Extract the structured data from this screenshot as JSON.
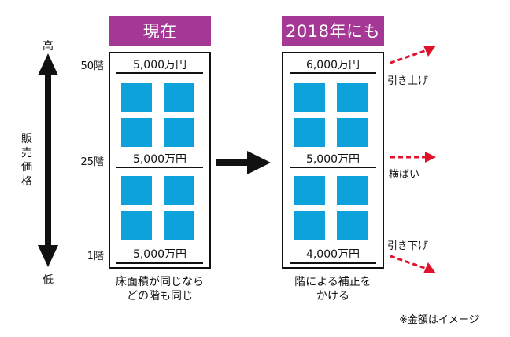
{
  "headers": {
    "current": "現在",
    "future": "2018年にも"
  },
  "axis": {
    "high": "高",
    "low": "低",
    "label": [
      "販",
      "売",
      "価",
      "格"
    ]
  },
  "floors": {
    "top": "50階",
    "mid": "25階",
    "bottom": "1階"
  },
  "current_prices": {
    "top": "5,000万円",
    "mid": "5,000万円",
    "bottom": "5,000万円"
  },
  "future_prices": {
    "top": "6,000万円",
    "mid": "5,000万円",
    "bottom": "4,000万円"
  },
  "changes": {
    "up": "引き上げ",
    "flat": "横ばい",
    "down": "引き下げ"
  },
  "captions": {
    "current_line1": "床面積が同じなら",
    "current_line2": "どの階も同じ",
    "future_line1": "階による補正を",
    "future_line2": "かける"
  },
  "note": "※金額はイメージ",
  "colors": {
    "header": "#a53795",
    "window": "#0ea2dd",
    "arrow_red": "#e0112b"
  }
}
